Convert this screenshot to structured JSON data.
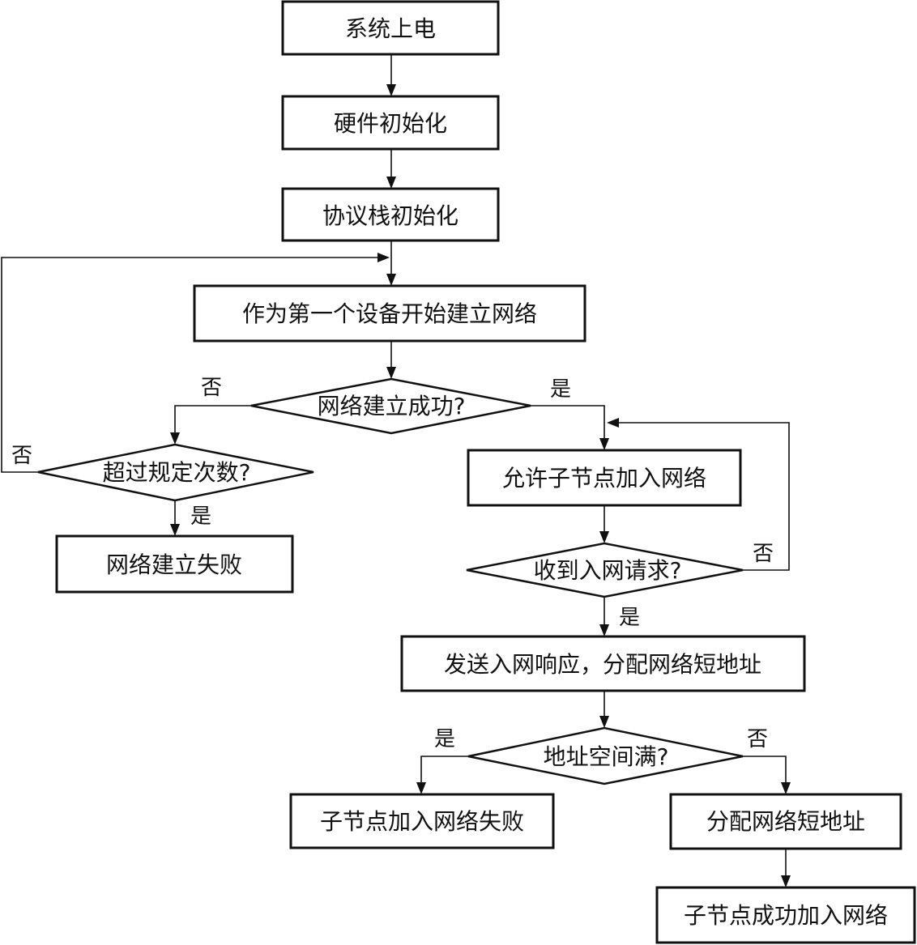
{
  "diagram": {
    "nodes": {
      "power_on": "系统上电",
      "hw_init": "硬件初始化",
      "stack_init": "协议栈初始化",
      "start_network": "作为第一个设备开始建立网络",
      "network_ok": "网络建立成功?",
      "exceed_limit": "超过规定次数?",
      "network_fail": "网络建立失败",
      "allow_join": "允许子节点加入网络",
      "join_request": "收到入网请求?",
      "send_response": "发送入网响应，分配网络短地址",
      "addr_full": "地址空间满?",
      "child_join_fail": "子节点加入网络失败",
      "assign_addr": "分配网络短地址",
      "child_join_ok": "子节点成功加入网络"
    },
    "edge_labels": {
      "network_ok_no": "否",
      "network_ok_yes": "是",
      "exceed_no": "否",
      "exceed_yes": "是",
      "request_no": "否",
      "request_yes": "是",
      "full_yes": "是",
      "full_no": "否"
    }
  }
}
